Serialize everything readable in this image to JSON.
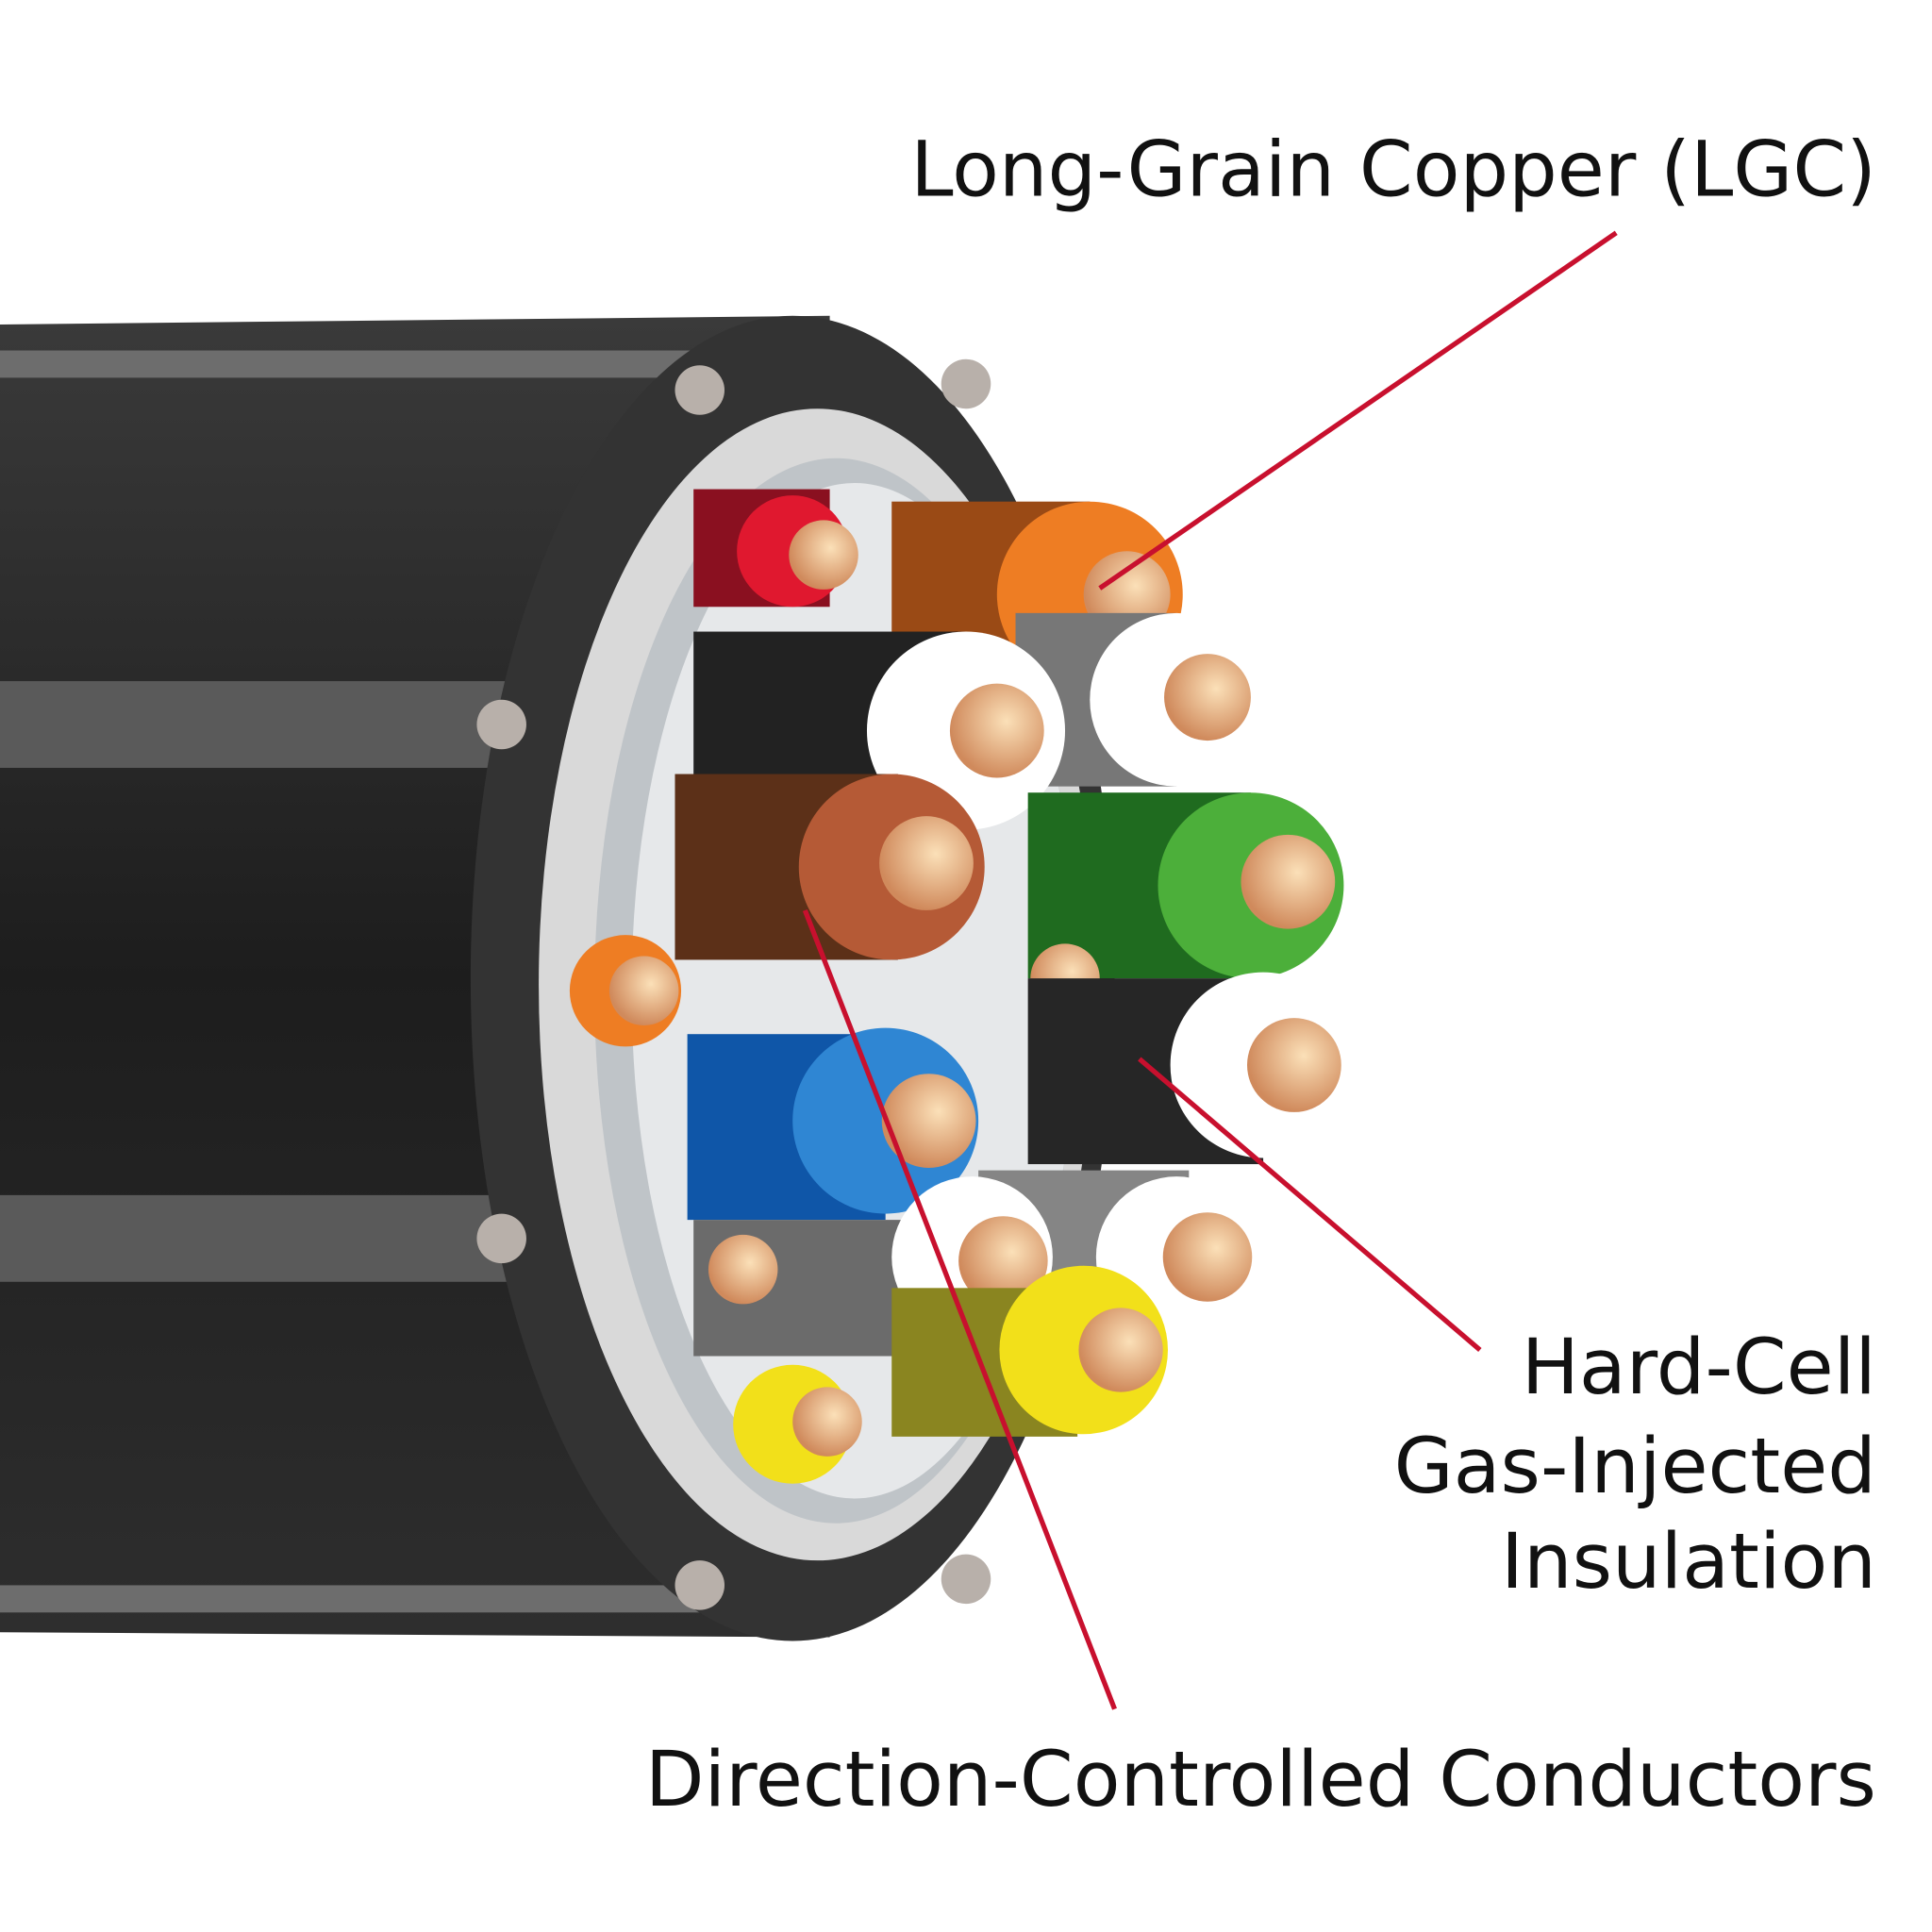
{
  "labels": {
    "copper": "Long-Grain Copper (LGC)",
    "insulation_line1": "Hard-Cell",
    "insulation_line2": "Gas-Injected",
    "insulation_line3": "Insulation",
    "conductors": "Direction-Controlled Conductors"
  },
  "colors": {
    "callout": "#c8102e",
    "jacket": "#2b2b2b",
    "copper": "#e8b98a"
  }
}
